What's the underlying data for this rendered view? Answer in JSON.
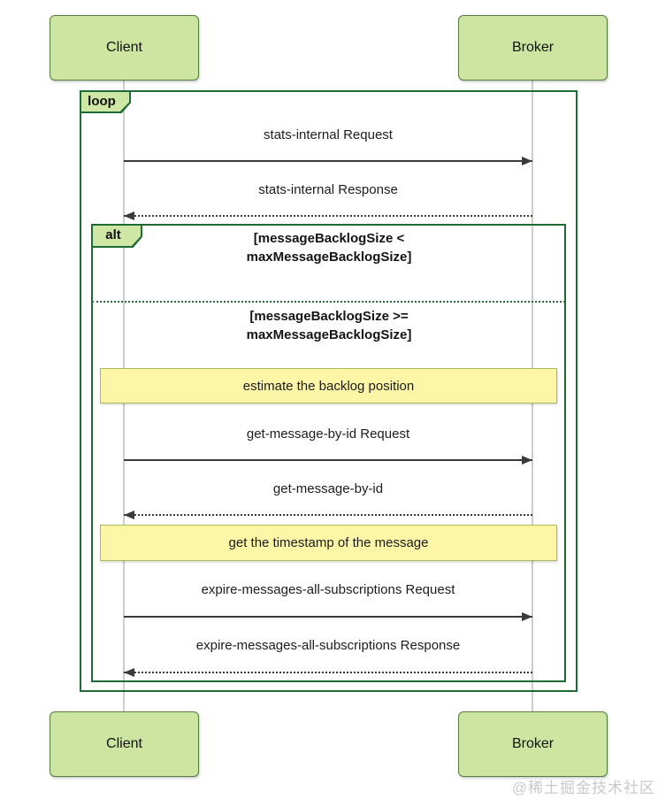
{
  "diagram": {
    "type": "uml-sequence",
    "participants": [
      {
        "id": "client",
        "name": "Client"
      },
      {
        "id": "broker",
        "name": "Broker"
      }
    ],
    "loop_frame": {
      "label": "loop"
    },
    "alt_frame": {
      "label": "alt",
      "conditions": [
        "[messageBacklogSize < maxMessageBacklogSize]",
        "[messageBacklogSize >= maxMessageBacklogSize]"
      ]
    },
    "messages": [
      {
        "label": "stats-internal Request",
        "from": "Client",
        "to": "Broker",
        "style": "solid"
      },
      {
        "label": "stats-internal Response",
        "from": "Broker",
        "to": "Client",
        "style": "dashed"
      },
      {
        "label": "get-message-by-id Request",
        "from": "Client",
        "to": "Broker",
        "style": "solid"
      },
      {
        "label": "get-message-by-id",
        "from": "Broker",
        "to": "Client",
        "style": "dashed"
      },
      {
        "label": "expire-messages-all-subscriptions Request",
        "from": "Client",
        "to": "Broker",
        "style": "solid"
      },
      {
        "label": "expire-messages-all-subscriptions Response",
        "from": "Broker",
        "to": "Client",
        "style": "dashed"
      }
    ],
    "notes": [
      {
        "text": "estimate the backlog position"
      },
      {
        "text": "get the timestamp of the message"
      }
    ],
    "colors": {
      "participant_fill": "#cde5a1",
      "participant_border": "#527d3b",
      "frame_border": "#1f6b35",
      "tab_fill": "#cfe7a5",
      "note_fill": "#fcf6a6",
      "note_border": "#a9ba58",
      "arrow": "#3a3a3a",
      "lifeline": "#cdcdcd",
      "background": "#ffffff"
    },
    "watermark": "@稀土掘金技术社区"
  }
}
